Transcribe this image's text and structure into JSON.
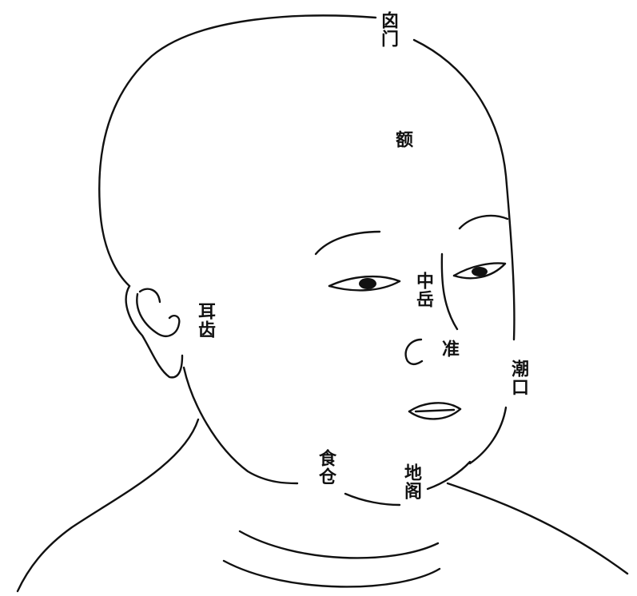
{
  "labels": {
    "fontanelle": "囟门",
    "forehead": "额",
    "ear_corner": "耳齿",
    "middle_peak": "中岳",
    "nose_tip": "准",
    "tide_mouth": "潮口",
    "food_store": "食仓",
    "earth_pavilion": "地阁"
  },
  "colors": {
    "line": "#111111",
    "background": "#ffffff"
  }
}
